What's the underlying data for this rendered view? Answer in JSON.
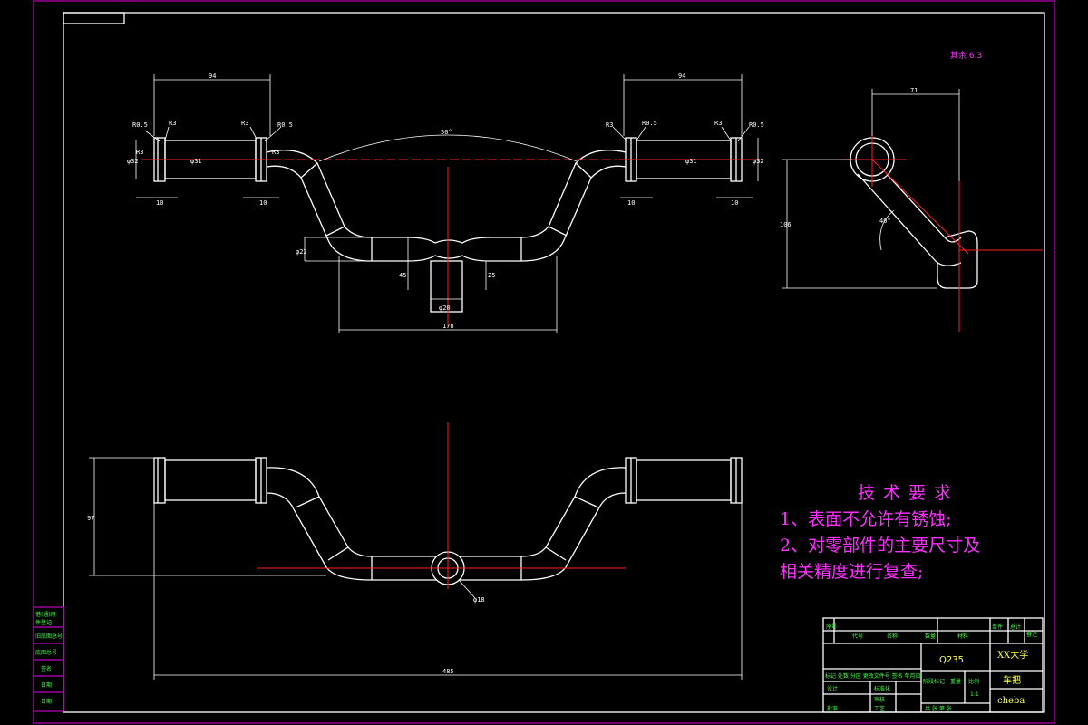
{
  "colors": {
    "background": "#000000",
    "outline": "#ffffff",
    "center": "#ff2020",
    "frame": "#c000c0",
    "notes": "#ff30ff",
    "titleblock_text": "#40ff40"
  },
  "dims": {
    "top_left_len": "94",
    "top_right_len": "94",
    "angle_top": "50°",
    "r05_a": "R0.5",
    "r05_b": "R0.5",
    "r05_c": "R0.5",
    "r05_d": "R0.5",
    "r3_a": "R3",
    "r3_b": "R3",
    "r3_c": "R3",
    "r3_d": "R3",
    "r3_e": "R3",
    "r3_f": "R3",
    "dia_left": "φ32",
    "dia_left_in": "φ31",
    "dia_right_in": "φ31",
    "dia_right": "φ32",
    "w10_a": "10",
    "w10_b": "10",
    "w10_c": "10",
    "w10_d": "10",
    "h22": "φ22",
    "h45": "45",
    "h25": "25",
    "d20": "φ20",
    "w178": "178",
    "side_w": "71",
    "side_h": "106",
    "side_angle": "40°",
    "front_h": "97",
    "front_dia": "φ18",
    "front_total": "485"
  },
  "roughness": "其余 6.3",
  "notes": {
    "title": "技术要求",
    "line1": "1、表面不允许有锈蚀;",
    "line2": "2、对零部件的主要尺寸及",
    "line3": "相关精度进行复查;"
  },
  "side_strip": [
    "借(通)用",
    "件登记",
    "旧底图总号",
    "底图总号",
    "签名",
    "日期",
    "日期"
  ],
  "titleblock": {
    "h1": "序号",
    "h2": "代号",
    "h3": "名称",
    "h4": "数量",
    "h5": "材料",
    "h6": "单件",
    "h7": "总计",
    "h8": "备注",
    "material": "Q235",
    "school": "XX大学",
    "part": "车把",
    "code": "cheba",
    "row_mark": "标记 处数 分区 更改文件号 签名 年月日",
    "design": "设计",
    "std": "标准化",
    "review": "审核",
    "craft": "工艺",
    "approve": "批准",
    "stage": "阶段标记",
    "weight": "重量",
    "scale": "比例",
    "scale_val": "1:1",
    "sheets": "共 张 第 张"
  }
}
